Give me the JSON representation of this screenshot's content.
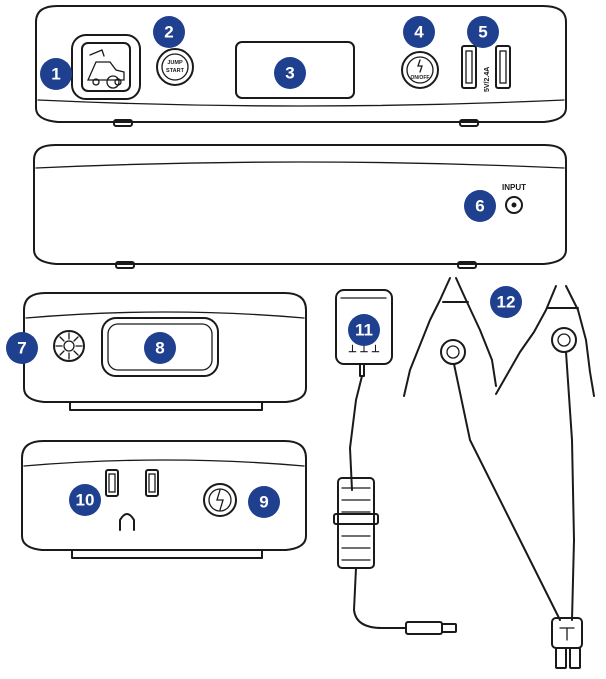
{
  "callouts": [
    "1",
    "2",
    "3",
    "4",
    "5",
    "6",
    "7",
    "8",
    "9",
    "10",
    "11",
    "12"
  ],
  "labels": {
    "jump": "JUMP",
    "start": "START",
    "on_off": "ON/OFF",
    "usb_rating": "5V/2.4A",
    "input": "INPUT"
  },
  "colors": {
    "callout": "#1f3f8f",
    "line": "#1a1a1a"
  },
  "icons": [
    "car-battery-icon",
    "power-icon",
    "fan-icon",
    "flashlight-icon",
    "plug-icon",
    "bolt-icon"
  ]
}
